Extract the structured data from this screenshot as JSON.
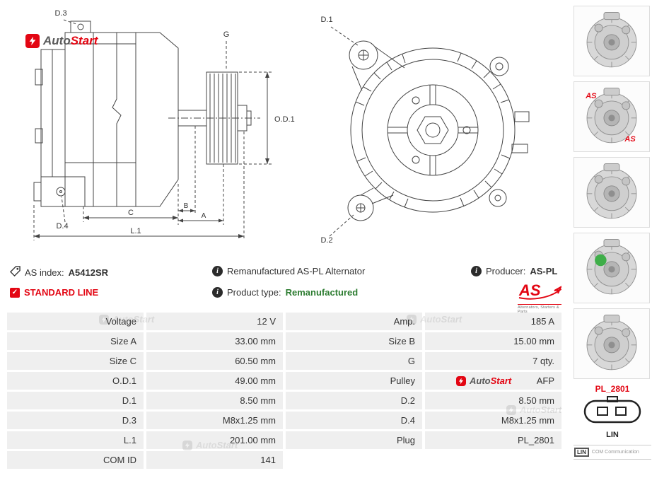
{
  "brand": {
    "auto": "Auto",
    "start": "Start",
    "aspl_short": "AS",
    "aspl_tagline": "Alternators, Starters & Parts"
  },
  "diagram": {
    "side": {
      "d3": "D.3",
      "g": "G",
      "od1": "O.D.1",
      "d4": "D.4",
      "c": "C",
      "b": "B",
      "a": "A",
      "l1": "L.1"
    },
    "front": {
      "d1": "D.1",
      "d2": "D.2"
    }
  },
  "info": {
    "as_index_label": "AS index:",
    "as_index_value": "A5412SR",
    "standard_line": "STANDARD LINE",
    "description": "Remanufactured AS-PL Alternator",
    "product_type_label": "Product type:",
    "product_type_value": "Remanufactured",
    "producer_label": "Producer:",
    "producer_value": "AS-PL",
    "info_glyph": "i",
    "check_glyph": "✓"
  },
  "sidebar": {
    "plug_code": "PL_2801",
    "plug_name": "LIN",
    "footer_lin": "LIN",
    "footer_com": "COM Communication",
    "foil_text": "AS"
  },
  "table": {
    "rows": [
      [
        "Voltage",
        "12 V",
        "Amp.",
        "185 A"
      ],
      [
        "Size A",
        "33.00 mm",
        "Size B",
        "15.00 mm"
      ],
      [
        "Size C",
        "60.50 mm",
        "G",
        "7 qty."
      ],
      [
        "O.D.1",
        "49.00 mm",
        "Pulley",
        "AFP"
      ],
      [
        "D.1",
        "8.50 mm",
        "D.2",
        "8.50 mm"
      ],
      [
        "D.3",
        "M8x1.25 mm",
        "D.4",
        "M8x1.25 mm"
      ],
      [
        "L.1",
        "201.00 mm",
        "Plug",
        "PL_2801"
      ],
      [
        "COM ID",
        "141",
        "",
        ""
      ]
    ]
  },
  "colors": {
    "accent_red": "#e30613",
    "green": "#2e7d32"
  }
}
